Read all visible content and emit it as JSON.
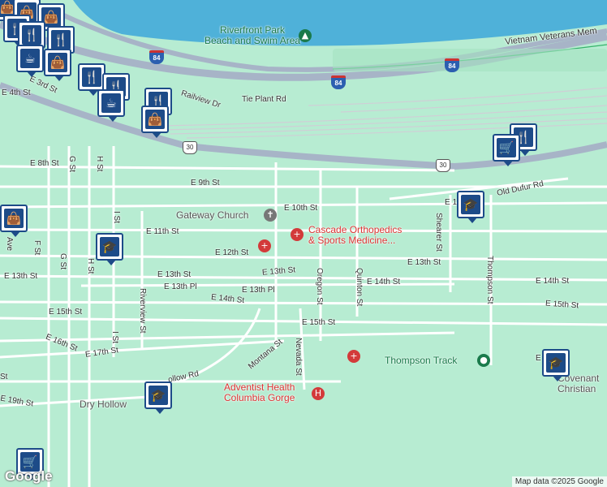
{
  "colors": {
    "land": "#b7ecd2",
    "water": "#4fb1d9",
    "road": "#ffffff",
    "highway": "#a7b4c7",
    "marker": "#1d4b88",
    "poi": "#d33a3a",
    "park": "#1a7a4b"
  },
  "streets": {
    "e4th": "E 4th St",
    "e3rd": "E 3rd St",
    "railview": "Railview Dr",
    "tieplant": "Tie Plant Rd",
    "e8th": "E 8th St",
    "gst": "G St",
    "hst_a": "H St",
    "e9th": "E 9th St",
    "e10th": "E 10th St",
    "e10_right": "E 1",
    "olddufur": "Old Dufur Rd",
    "ist": "I St",
    "e11th": "E 11th St",
    "e12th": "E 12th St",
    "fst": "F St",
    "ave": "Ave",
    "gst2": "G St",
    "hst": "H St",
    "e13th_left": "E 13th St",
    "e13th_a": "E 13th St",
    "e13th_b": "E 13th St",
    "e13th_c": "E 13th St",
    "e13thpl_a": "E 13th Pl",
    "e13thpl_b": "E 13th Pl",
    "riverview": "Riverview St",
    "oregon": "Oregon St",
    "quinton": "Quinton St",
    "shearer": "Shearer St",
    "thompson": "Thompson St",
    "e14th_a": "E 14th St",
    "e14th_b": "E 14th St",
    "e14th_c": "E 14th St",
    "e15th_a": "E 15th St",
    "e15th_b": "E 15th St",
    "e15th_c": "E 15th St",
    "e16th": "E 16th St",
    "e17th": "E 17th St",
    "ist2": "I St",
    "montana": "Montana St",
    "nevada": "Nevada St",
    "hollow": "ollow Rd",
    "e19th": "E 19th St",
    "st_left": "St",
    "e_right": "E",
    "vietnam": "Vietnam Veterans Mem"
  },
  "places": {
    "dry_hollow": "Dry Hollow"
  },
  "shields": {
    "i84_a": "84",
    "i84_b": "84",
    "i84_c": "84",
    "us30_a": "30",
    "us30_b": "30"
  },
  "pois": {
    "riverfront": "Riverfront Park\nBeach and Swim Area",
    "gateway": "Gateway Church",
    "cascade": "Cascade Orthopedics\n& Sports Medicine...",
    "thompson_track": "Thompson Track",
    "adventist": "Adventist Health\nColumbia Gorge",
    "covenant": "Covenant\nChristian"
  },
  "markers": [
    {
      "name": "shopping-bag-icon",
      "glyph": "🛍"
    },
    {
      "name": "coffee-cup-icon",
      "glyph": "☕"
    },
    {
      "name": "restaurant-icon",
      "glyph": "🍴"
    },
    {
      "name": "school-icon",
      "glyph": "🎓"
    },
    {
      "name": "grocery-cart-icon",
      "glyph": "🛒"
    }
  ],
  "attribution": "Map data ©2025 Google",
  "logo": "Google"
}
